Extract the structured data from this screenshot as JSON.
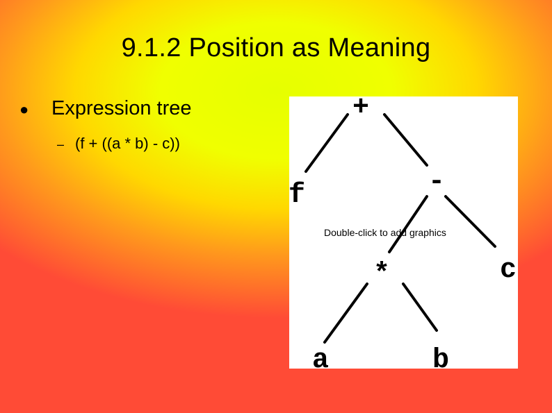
{
  "slide": {
    "title": "9.1.2 Position as Meaning",
    "bullet": {
      "glyph": "●",
      "text": "Expression tree"
    },
    "sub_bullet": {
      "glyph": "–",
      "text": "(f + ((a * b) - c))"
    },
    "placeholder_text": "Double-click to add graphics"
  },
  "tree": {
    "background": "#ffffff",
    "nodes": {
      "plus": "+",
      "f": "f",
      "minus": "-",
      "star": "*",
      "c": "c",
      "a": "a",
      "b": "b"
    }
  },
  "colors": {
    "title": "#000000",
    "gradient_center": "#e6ff00",
    "gradient_edge": "#ff4b36"
  }
}
